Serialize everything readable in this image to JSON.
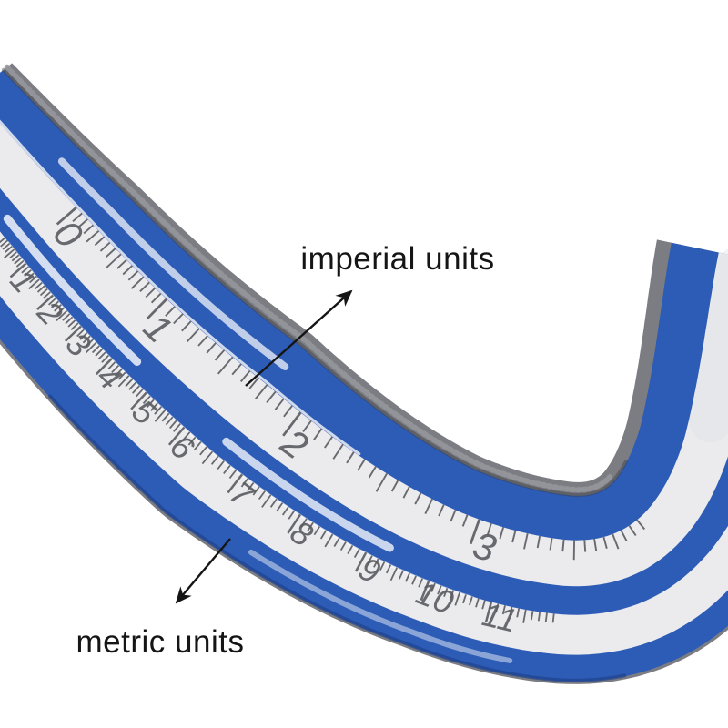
{
  "labels": {
    "imperial": "imperial units",
    "metric": "metric units"
  },
  "ruler": {
    "imperial_numbers": [
      "0",
      "1",
      "2",
      "3"
    ],
    "metric_numbers": [
      "1",
      "2",
      "3",
      "4",
      "5",
      "6",
      "7",
      "8",
      "9",
      "10",
      "11"
    ]
  },
  "colors": {
    "background": "#ffffff",
    "blue": "#2d5cb7",
    "blue_dark": "#1c3c86",
    "rim": "#7b7d82",
    "rim_dots": "#95979b",
    "strip": "#ebebed",
    "seam": "#fafafa",
    "tick": "#515359",
    "number": "#5a5c62",
    "label": "#151515",
    "highlight": "#ffffff"
  }
}
